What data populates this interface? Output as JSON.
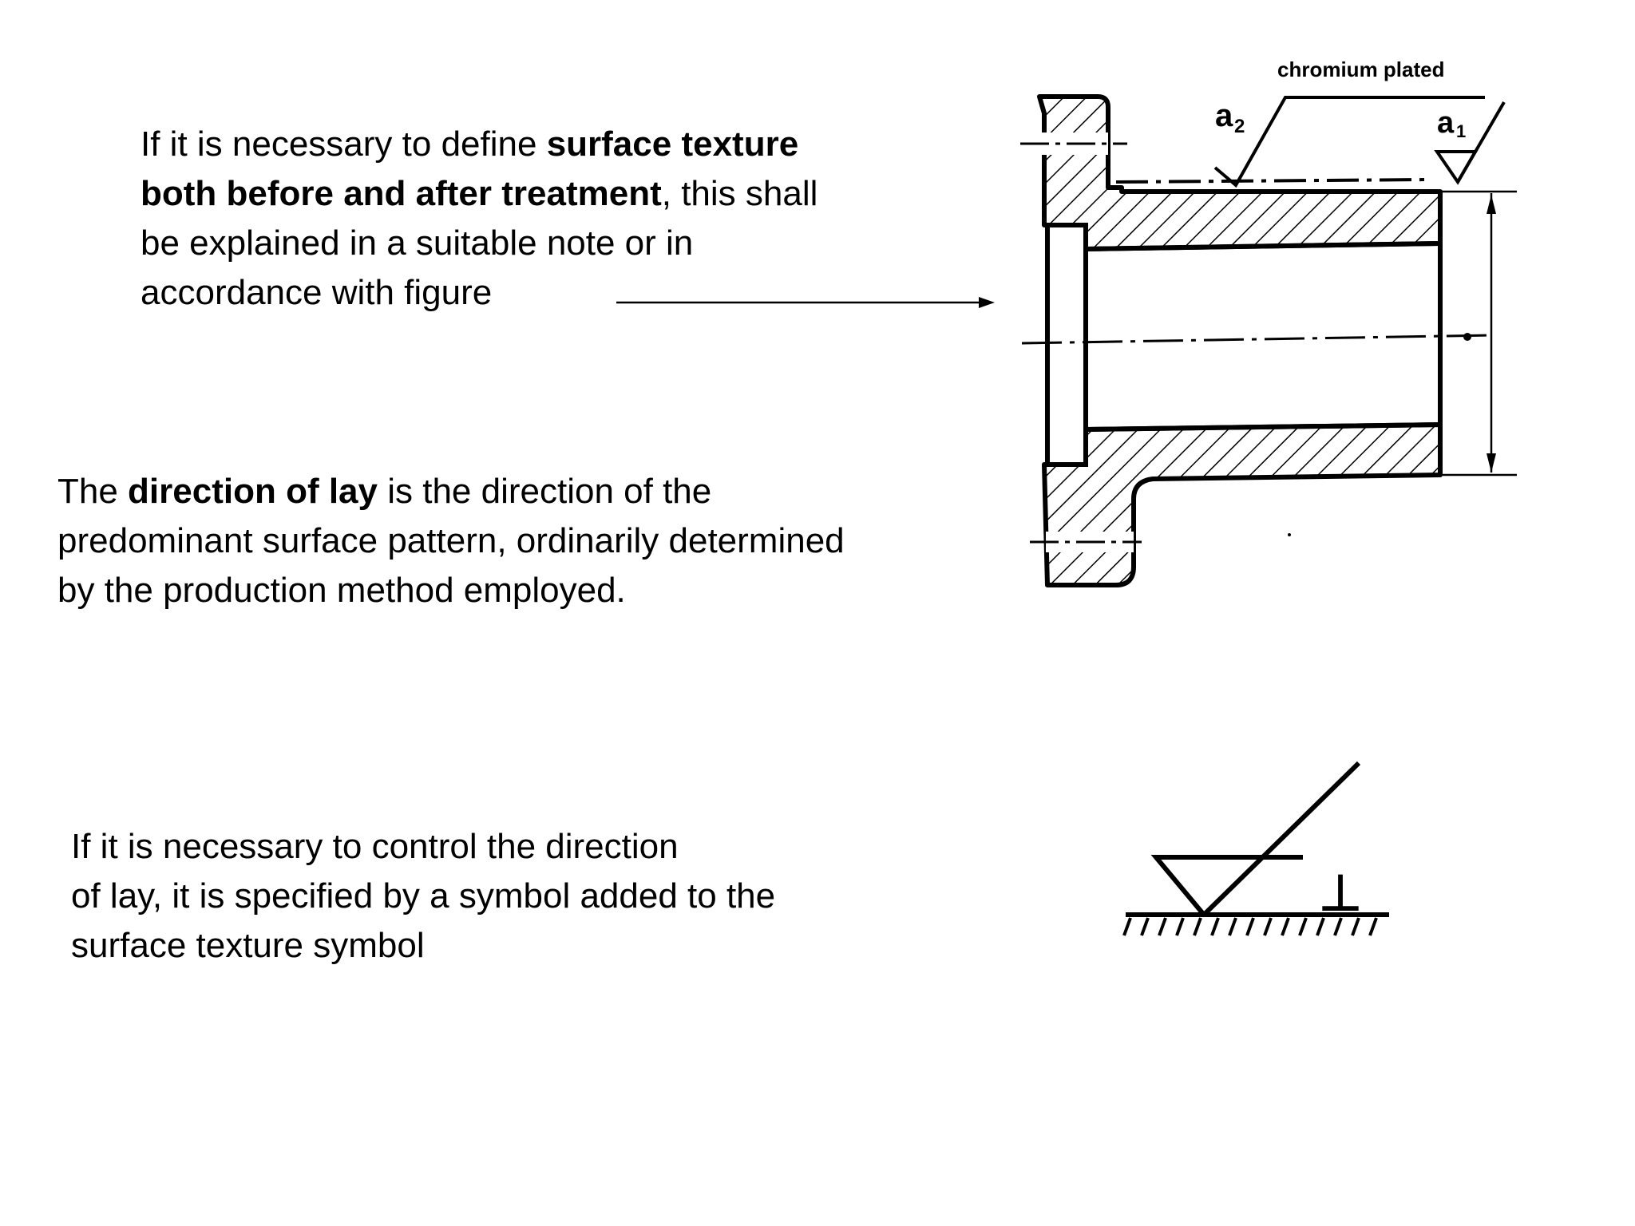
{
  "paragraph_1": {
    "line1_a": "If it is necessary to define ",
    "line1_b": "surface texture",
    "line2_a": "both before and after treatment",
    "line2_b": ", this shall",
    "line3": "be explained in a suitable note or in",
    "line4": "accordance with figure"
  },
  "paragraph_2": {
    "line1_a": "The ",
    "line1_b": "direction of lay",
    "line1_c": " is the direction of the",
    "line2": "predominant surface pattern, ordinarily determined",
    "line3": "by the production method employed."
  },
  "paragraph_3": {
    "line1": "If it is necessary to control the direction",
    "line2": "of lay, it is specified by a symbol added to the",
    "line3": "surface texture symbol"
  },
  "drawing": {
    "note": "chromium plated",
    "symbol_a2": "a",
    "symbol_a2_sub": "2",
    "symbol_a1": "a",
    "symbol_a1_sub": "1"
  },
  "lay_symbol": {
    "glyph": "⊥"
  }
}
